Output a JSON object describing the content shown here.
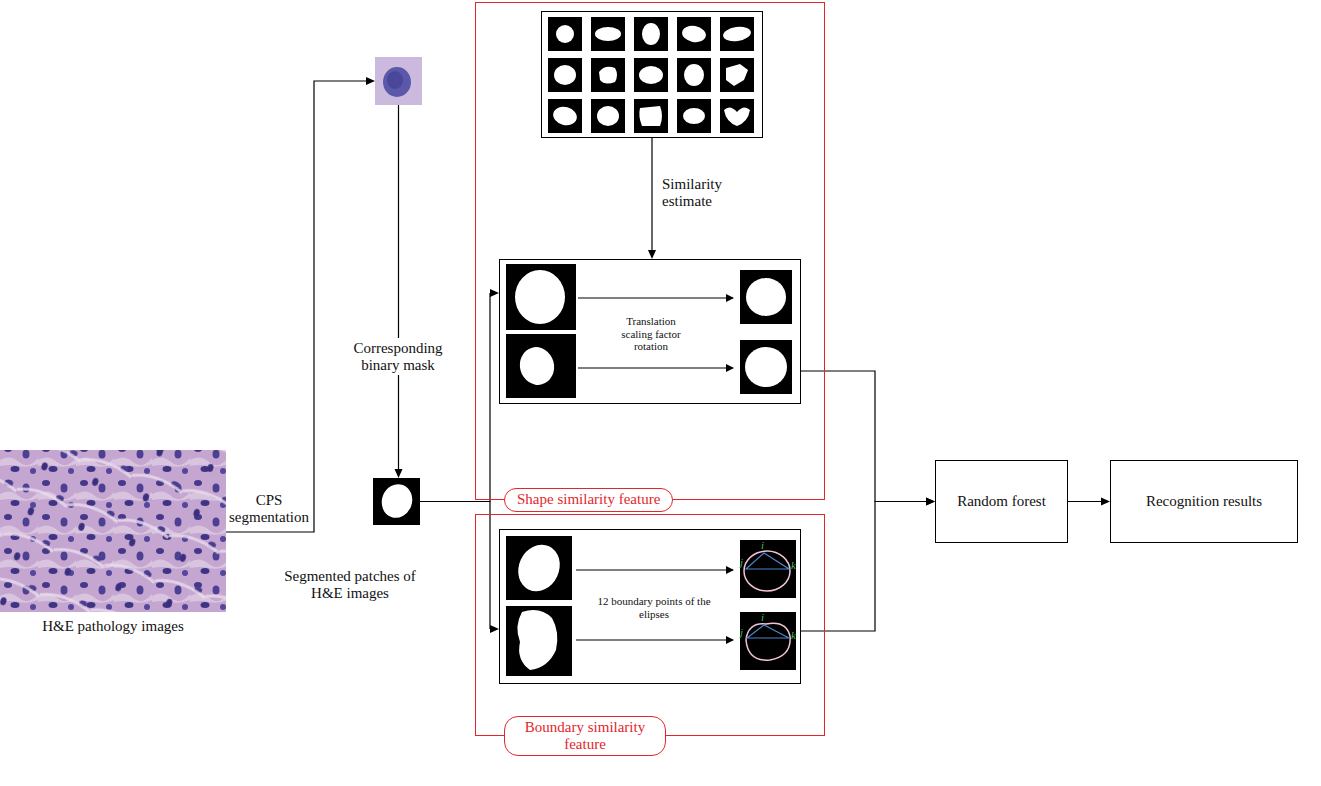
{
  "diagram": {
    "nodes": [
      {
        "text": [
          "H&E pathology images"
        ]
      },
      {
        "text": []
      },
      {
        "text": [
          "Segmented patches of H&E images"
        ]
      },
      {
        "text": [
          "Shape similarity feature"
        ]
      },
      {
        "text": [],
        "in": 3
      },
      {
        "text": [
          "Translation scaling factor rotation"
        ],
        "in": 3
      },
      {
        "text": [
          "Boundary similarity feature"
        ]
      },
      {
        "text": [
          "12 boundary points of the elipses"
        ],
        "in": 6
      },
      {
        "text": [
          "Random forest"
        ]
      },
      {
        "text": [
          "Recognition results"
        ]
      }
    ],
    "edges": [
      {
        "from": 0,
        "to": 1,
        "arrow": "to",
        "label": "CPS segmentation"
      },
      {
        "from": 1,
        "to": 2,
        "arrow": "to",
        "label": "Corresponding binary mask"
      },
      {
        "from": 2,
        "to": 5,
        "arrow": "to"
      },
      {
        "from": 2,
        "to": 7,
        "arrow": "to"
      },
      {
        "from": 4,
        "to": 5,
        "arrow": "to",
        "label": "Similarity estimate"
      },
      {
        "from": 5,
        "to": 8,
        "arrow": "to"
      },
      {
        "from": 7,
        "to": 8,
        "arrow": "to"
      },
      {
        "from": 8,
        "to": 9,
        "arrow": "to"
      }
    ],
    "labels": [
      "j",
      "i",
      "k",
      "j",
      "i",
      "k"
    ]
  }
}
